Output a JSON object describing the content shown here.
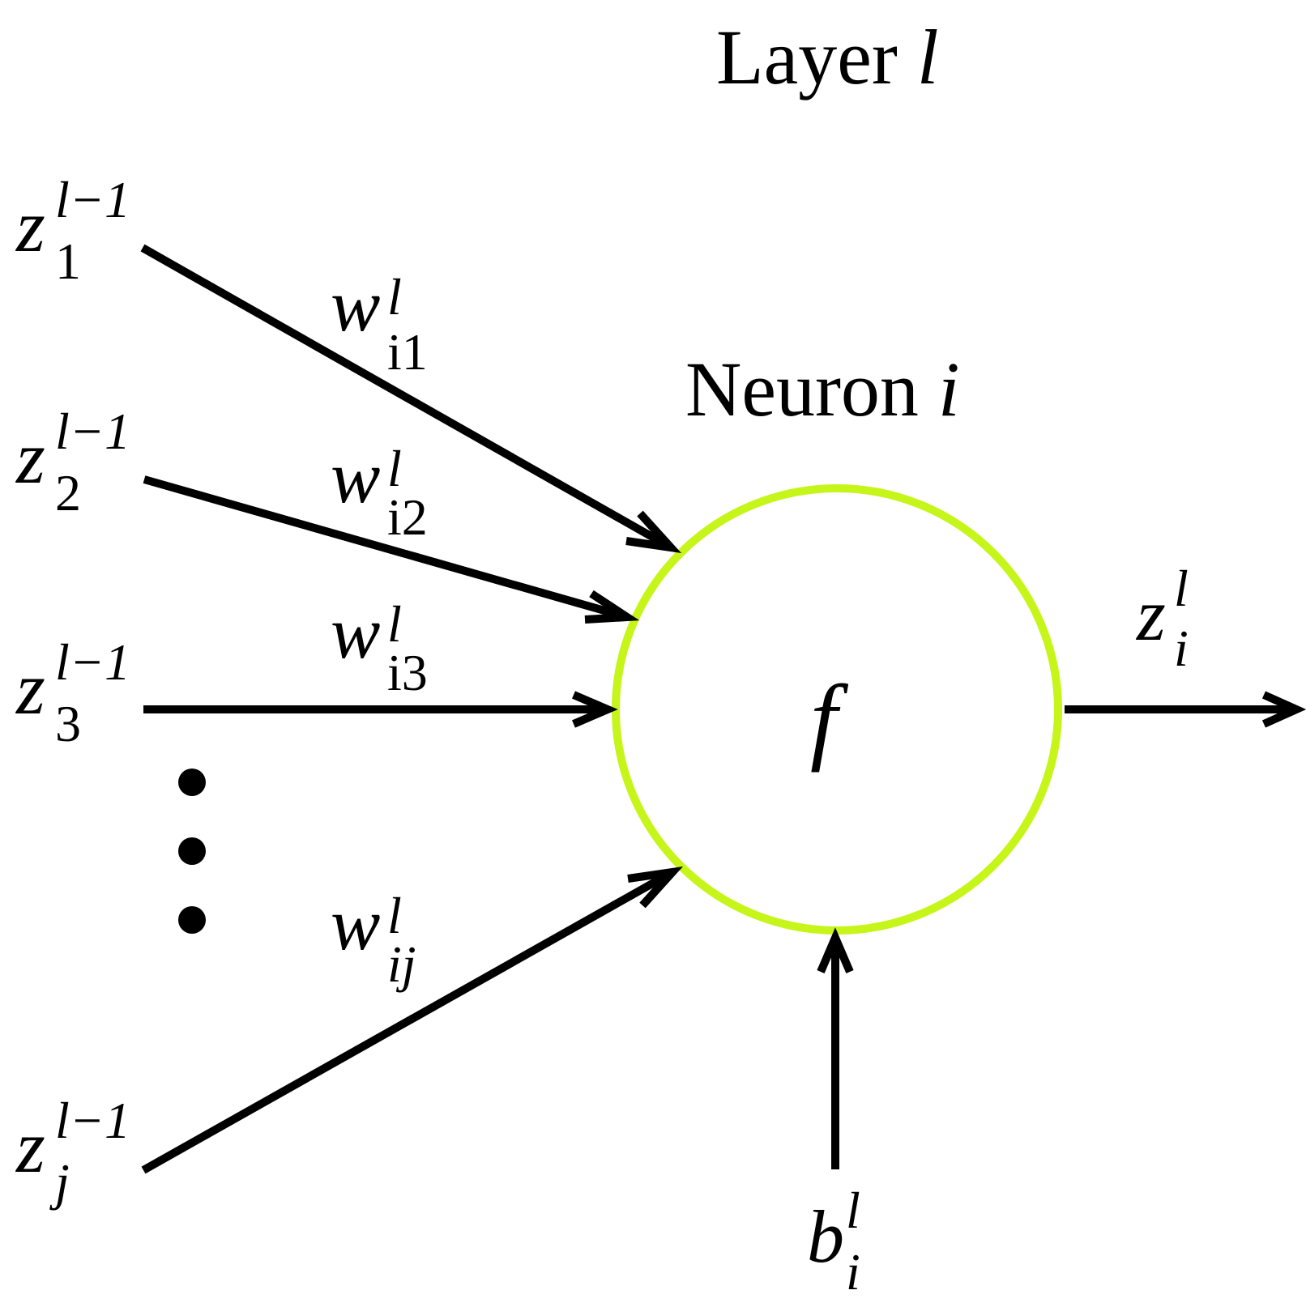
{
  "layer_title": {
    "text": "Layer ",
    "var": "l"
  },
  "neuron_title": {
    "text": "Neuron ",
    "var": "i"
  },
  "neuron": {
    "function": "f",
    "ring_color": "#c6f51a"
  },
  "arrow_color": "#000000",
  "inputs": [
    {
      "base": "z",
      "sup": "l−1",
      "sub": "1"
    },
    {
      "base": "z",
      "sup": "l−1",
      "sub": "2"
    },
    {
      "base": "z",
      "sup": "l−1",
      "sub": "3"
    },
    {
      "base": "z",
      "sup": "l−1",
      "sub": "j"
    }
  ],
  "weights": [
    {
      "base": "w",
      "sup": "l",
      "sub": "i1"
    },
    {
      "base": "w",
      "sup": "l",
      "sub": "i2"
    },
    {
      "base": "w",
      "sup": "l",
      "sub": "i3"
    },
    {
      "base": "w",
      "sup": "l",
      "sub": "ij"
    }
  ],
  "output": {
    "base": "z",
    "sup": "l",
    "sub": "i"
  },
  "bias": {
    "base": "b",
    "sup": "l",
    "sub": "i"
  },
  "ellipsis_dots": 3
}
